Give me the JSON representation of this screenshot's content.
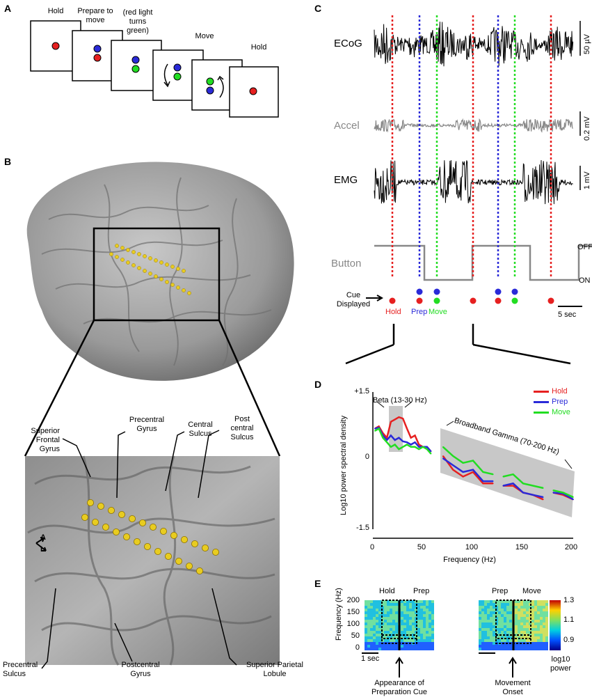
{
  "panels": {
    "A": "A",
    "B": "B",
    "C": "C",
    "D": "D",
    "E": "E"
  },
  "panelA": {
    "labels": [
      "Hold",
      "Prepare to\nmove",
      "(red light\nturns\ngreen)",
      "Move",
      "Hold"
    ]
  },
  "panelB": {
    "regions": {
      "superior_frontal": "Superior\nFrontal\nGyrus",
      "precentral_gyrus": "Precentral\nGyrus",
      "central_sulcus": "Central\nSulcus",
      "post_central_sulcus": "Post\ncentral\nSulcus",
      "precentral_sulcus": "Precentral\nSulcus",
      "postcentral_gyrus": "Postcentral\nGyrus",
      "superior_parietal": "Superior Parietal\nLobule"
    },
    "axis_A": "A",
    "axis_L": "L"
  },
  "panelC": {
    "signals": [
      "ECoG",
      "Accel",
      "EMG",
      "Button"
    ],
    "scales": [
      "50 µV",
      "0.2 mV",
      "1 mV"
    ],
    "button_states": [
      "OFF",
      "ON"
    ],
    "cue_label": "Cue\nDisplayed",
    "cue_names": [
      "Hold",
      "Prep",
      "Move"
    ],
    "time_scale": "5 sec",
    "colors": {
      "hold": "#e62020",
      "prep": "#2a2ad8",
      "move": "#22dd22"
    }
  },
  "chart_data": {
    "type": "line",
    "xlabel": "Frequency (Hz)",
    "ylabel": "Log10 power spectral density",
    "xlim": [
      0,
      200
    ],
    "ylim": [
      -1.5,
      1.5
    ],
    "xticks": [
      "0",
      "50",
      "100",
      "150",
      "200"
    ],
    "yticks": [
      "+1.5",
      "0",
      "-1.5"
    ],
    "annotations": [
      "Beta (13-30 Hz)",
      "Broadband Gamma (70-200 Hz)"
    ],
    "series": [
      {
        "name": "Hold",
        "color": "#e62020",
        "x": [
          2,
          6,
          10,
          14,
          18,
          22,
          26,
          30,
          34,
          38,
          42,
          46,
          50,
          54,
          58,
          70,
          80,
          90,
          100,
          110,
          120,
          130,
          140,
          150,
          160,
          170,
          180,
          190,
          200
        ],
        "y": [
          0.7,
          0.75,
          0.6,
          0.5,
          0.85,
          0.9,
          0.95,
          0.92,
          0.7,
          0.5,
          0.55,
          0.35,
          0.3,
          0.3,
          0.2,
          0.1,
          -0.2,
          -0.35,
          -0.25,
          -0.5,
          -0.5,
          -0.55,
          -0.55,
          -0.7,
          -0.75,
          -0.85,
          -0.7,
          -0.75,
          -0.85
        ]
      },
      {
        "name": "Prep",
        "color": "#2a2ad8",
        "x": [
          2,
          6,
          10,
          14,
          18,
          22,
          26,
          30,
          34,
          38,
          42,
          46,
          50,
          54,
          58,
          70,
          80,
          90,
          100,
          110,
          120,
          130,
          140,
          150,
          160,
          170,
          180,
          190,
          200
        ],
        "y": [
          0.7,
          0.72,
          0.55,
          0.45,
          0.55,
          0.45,
          0.5,
          0.42,
          0.4,
          0.35,
          0.4,
          0.3,
          0.3,
          0.3,
          0.2,
          0.05,
          -0.1,
          -0.25,
          -0.2,
          -0.45,
          -0.45,
          -0.55,
          -0.5,
          -0.7,
          -0.75,
          -0.8,
          -0.7,
          -0.72,
          -0.85
        ]
      },
      {
        "name": "Move",
        "color": "#22dd22",
        "x": [
          2,
          6,
          10,
          14,
          18,
          22,
          26,
          30,
          34,
          38,
          42,
          46,
          50,
          54,
          58,
          70,
          80,
          90,
          100,
          110,
          120,
          130,
          140,
          150,
          160,
          170,
          180,
          190,
          200
        ],
        "y": [
          0.65,
          0.7,
          0.5,
          0.4,
          0.3,
          0.35,
          0.25,
          0.3,
          0.35,
          0.3,
          0.3,
          0.25,
          0.3,
          0.25,
          0.15,
          0.3,
          0.1,
          -0.05,
          0.0,
          -0.25,
          -0.3,
          -0.35,
          -0.3,
          -0.5,
          -0.55,
          -0.6,
          -0.65,
          -0.7,
          -0.8
        ]
      }
    ]
  },
  "panelE": {
    "ylabel": "Frequency (Hz)",
    "yticks": [
      "200",
      "150",
      "100",
      "50",
      "0"
    ],
    "left_labels": [
      "Hold",
      "Prep"
    ],
    "right_labels": [
      "Prep",
      "Move"
    ],
    "time_scale": "1 sec",
    "colorbar_ticks": [
      "1.3",
      "1.1",
      "0.9"
    ],
    "colorbar_label": "log10\npower",
    "arrow_left": "Appearance of\nPreparation Cue",
    "arrow_right": "Movement\nOnset"
  }
}
